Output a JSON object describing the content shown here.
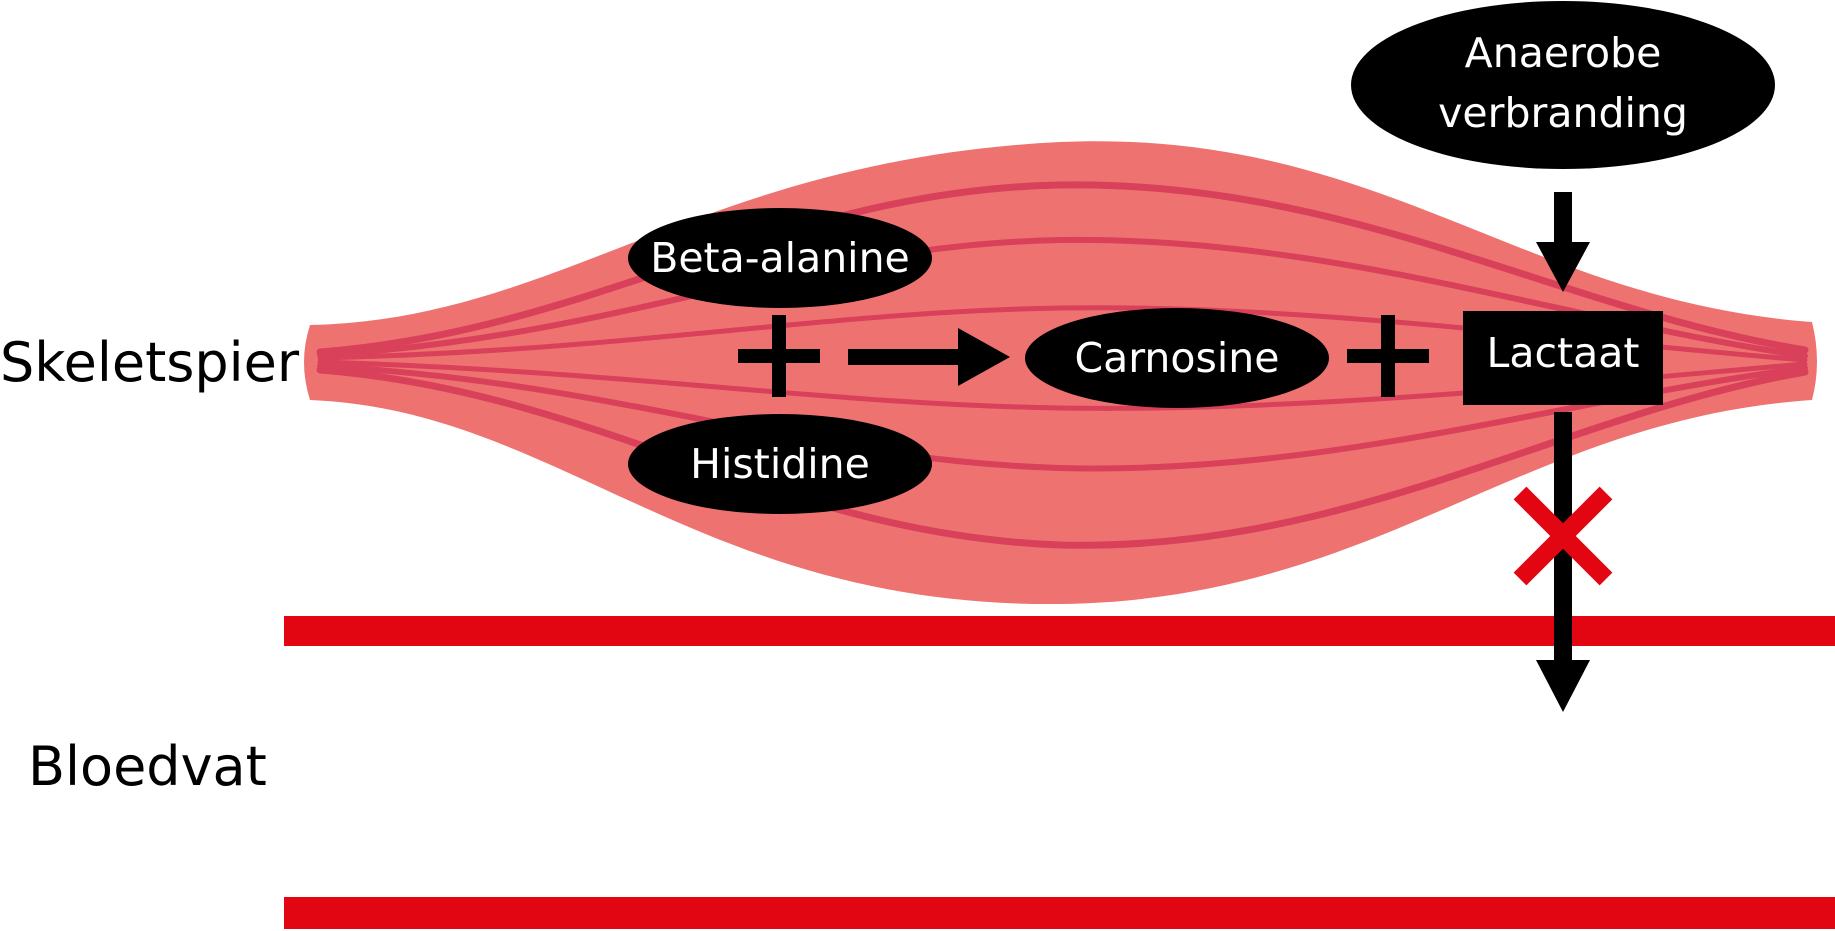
{
  "labels": {
    "skeletal_muscle": "Skeletspier",
    "blood_vessel": "Bloedvat"
  },
  "nodes": {
    "beta_alanine": "Beta-alanine",
    "histidine": "Histidine",
    "carnosine": "Carnosine",
    "lactate": "Lactaat",
    "anaerobic_line1": "Anaerobe",
    "anaerobic_line2": "verbranding"
  },
  "symbols": {
    "plus": "+"
  },
  "colors": {
    "muscle": "#ee7370",
    "muscle_fiber": "#d9405a",
    "vessel": "#e20613",
    "blocked_cross": "#e20613",
    "node_fill": "#000000",
    "node_text": "#ffffff",
    "background": "#ffffff"
  },
  "icons": {
    "blocked": "cross-icon"
  }
}
